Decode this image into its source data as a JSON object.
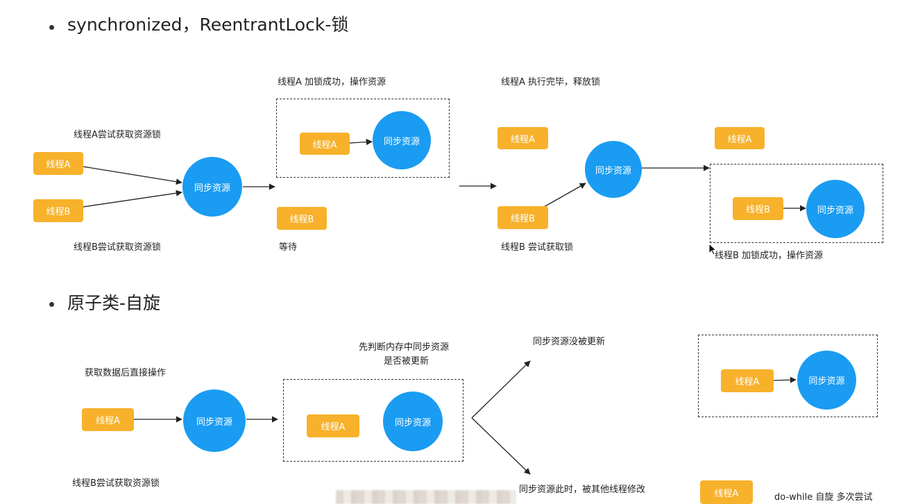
{
  "colors": {
    "thread_box": "#f7b12b",
    "resource_circle": "#1a9cf2",
    "text": "#222222"
  },
  "section1": {
    "heading": "synchronized，ReentrantLock-锁",
    "labels": {
      "a_try": "线程A尝试获取资源锁",
      "b_try": "线程B尝试获取资源锁",
      "a_locked": "线程A 加锁成功，操作资源",
      "wait": "等待",
      "a_done": "线程A 执行完毕，释放锁",
      "b_try2": "线程B  尝试获取锁",
      "b_locked": "线程B 加锁成功，操作资源"
    },
    "thread_a": "线程A",
    "thread_b": "线程B",
    "resource": "同步资源"
  },
  "section2": {
    "heading": "原子类-自旋",
    "labels": {
      "get_data": "获取数据后直接操作",
      "b_try": "线程B尝试获取资源锁",
      "check_line1": "先判断内存中同步资源",
      "check_line2": "是否被更新",
      "not_updated": "同步资源没被更新",
      "modified": "同步资源此时，被其他线程修改",
      "do_while": "do-while 自旋  多次尝试"
    },
    "thread_a": "线程A",
    "resource": "同步资源"
  },
  "icons": [
    "bullet-icon",
    "arrow-icon",
    "mouse-cursor-icon"
  ]
}
